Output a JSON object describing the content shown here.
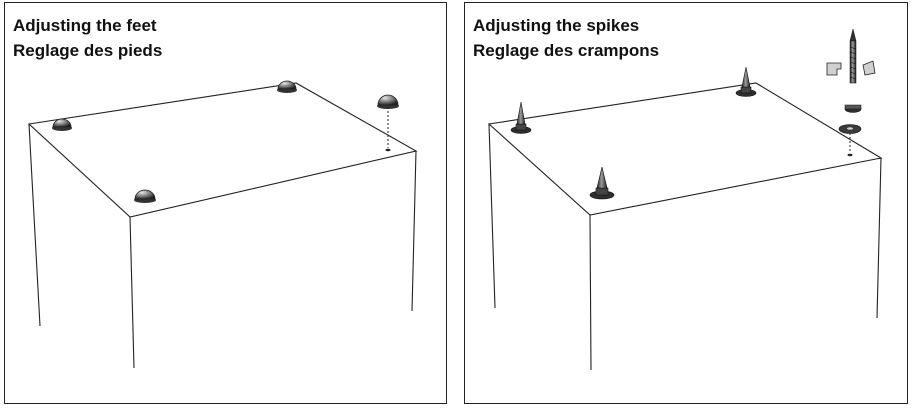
{
  "panels": [
    {
      "title_line1": "Adjusting the feet",
      "title_line2": "Reglage des pieds"
    },
    {
      "title_line1": "Adjusting the spikes",
      "title_line2": "Reglage des crampons"
    }
  ],
  "colors": {
    "line": "#222222",
    "part_dark": "#3a3a3a",
    "part_light": "#bdbdbd"
  },
  "icons": [
    "dome-foot-icon",
    "spike-icon",
    "lock-nut-icon",
    "washer-icon",
    "wrench-icon"
  ]
}
